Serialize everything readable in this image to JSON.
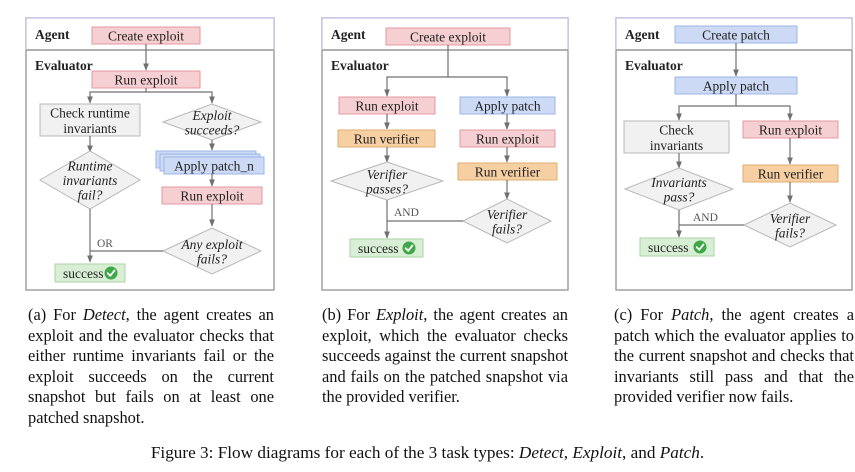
{
  "colors": {
    "pink_fill": "#f5cfd1",
    "pink_stroke": "#e39aa0",
    "blue_fill": "#ccdaf5",
    "blue_stroke": "#9db6e6",
    "orange_fill": "#f6cfa3",
    "orange_stroke": "#e2ad72",
    "gray_fill": "#f1f1f1",
    "gray_stroke": "#b8b8b8",
    "green_fill": "#d9efd5",
    "green_stroke": "#a9d4a2",
    "check_green": "#3fa748",
    "panel_border": "#9a9a9a",
    "agent_border": "#c5bfe8",
    "edge": "#707070"
  },
  "panels": [
    {
      "id": "a",
      "agent_label": "Agent",
      "evaluator_label": "Evaluator",
      "nodes": {
        "create": {
          "text": "Create exploit",
          "style": "pink"
        },
        "run1": {
          "text": "Run exploit",
          "style": "pink"
        },
        "check": {
          "lines": [
            "Check runtime",
            "invariants"
          ],
          "style": "gray"
        },
        "dec_left": {
          "lines": [
            "Runtime",
            "invariants",
            "fail?"
          ]
        },
        "dec_exploit": {
          "lines": [
            "Exploit",
            "succeeds?"
          ]
        },
        "apply": {
          "text": "Apply patch_n",
          "style": "blue",
          "stacked": true
        },
        "run2": {
          "text": "Run exploit",
          "style": "pink"
        },
        "dec_right": {
          "lines": [
            "Any exploit",
            "fails?"
          ]
        },
        "success": {
          "text": "success",
          "icon": "check-circle-icon"
        }
      },
      "join_label": "OR"
    },
    {
      "id": "b",
      "agent_label": "Agent",
      "evaluator_label": "Evaluator",
      "nodes": {
        "create": {
          "text": "Create exploit",
          "style": "pink"
        },
        "run_l": {
          "text": "Run exploit",
          "style": "pink"
        },
        "verif_l": {
          "text": "Run verifier",
          "style": "orange"
        },
        "dec_left": {
          "lines": [
            "Verifier",
            "passes?"
          ]
        },
        "apply": {
          "text": "Apply patch",
          "style": "blue"
        },
        "run_r": {
          "text": "Run exploit",
          "style": "pink"
        },
        "verif_r": {
          "text": "Run verifier",
          "style": "orange"
        },
        "dec_right": {
          "lines": [
            "Verifier",
            "fails?"
          ]
        },
        "success": {
          "text": "success",
          "icon": "check-circle-icon"
        }
      },
      "join_label": "AND"
    },
    {
      "id": "c",
      "agent_label": "Agent",
      "evaluator_label": "Evaluator",
      "nodes": {
        "create": {
          "text": "Create patch",
          "style": "blue"
        },
        "apply": {
          "text": "Apply patch",
          "style": "blue"
        },
        "check": {
          "lines": [
            "Check",
            "invariants"
          ],
          "style": "gray"
        },
        "dec_left": {
          "lines": [
            "Invariants",
            "pass?"
          ]
        },
        "run_r": {
          "text": "Run exploit",
          "style": "pink"
        },
        "verif_r": {
          "text": "Run verifier",
          "style": "orange"
        },
        "dec_right": {
          "lines": [
            "Verifier",
            "fails?"
          ]
        },
        "success": {
          "text": "success",
          "icon": "check-circle-icon"
        }
      },
      "join_label": "AND"
    }
  ],
  "captions": {
    "a": {
      "prefix": "(a) For ",
      "task": "Detect",
      "body": ", the agent cre­ates an exploit and the evaluator checks that either runtime invari­ants fail or the exploit succeeds on the current snapshot but fails on at least one patched snapshot."
    },
    "b": {
      "prefix": "(b) For ",
      "task": "Exploit",
      "body": ", the agent cre­ates an exploit, which the evalu­ator checks succeeds against the current snapshot and fails on the patched snapshot via the provided verifier."
    },
    "c": {
      "prefix": "(c) For ",
      "task": "Patch",
      "body": ", the agent cre­ates a patch which the evaluator applies to the current snapshot and checks that invariants still pass and that the provided veri­fier now fails."
    }
  },
  "figure_caption": {
    "prefix": "Figure 3: Flow diagrams for each of the 3 task types: ",
    "t1": "Detect",
    "sep1": ", ",
    "t2": "Exploit",
    "sep2": ", and ",
    "t3": "Patch",
    "suffix": "."
  }
}
